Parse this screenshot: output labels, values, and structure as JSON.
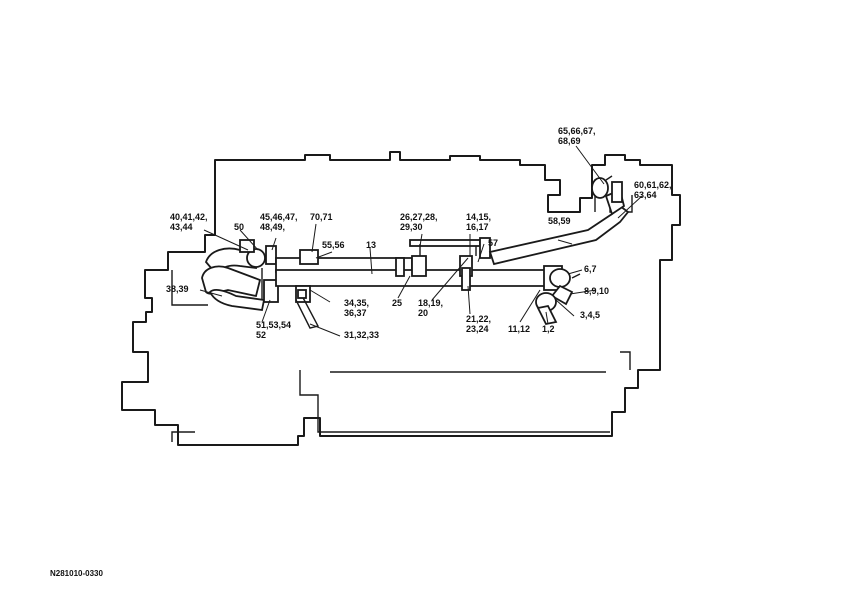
{
  "figure_code": "N281010-0330",
  "callouts": {
    "c65": "65,66,67,",
    "c65b": "68,69",
    "c60": "60,61,62,",
    "c60b": "63,64",
    "c40": "40,41,42,",
    "c40b": "43,44",
    "c50": "50",
    "c45": "45,46,47,",
    "c45b": "48,49,",
    "c70": "70,71",
    "c55": "55,56",
    "c13": "13",
    "c26": "26,27,28,",
    "c26b": "29,30",
    "c14": "14,15,",
    "c14b": "16,17",
    "c57": "57",
    "c58": "58,59",
    "c6": "6,7",
    "c8": "8,9,10",
    "c38": "38,39",
    "c34": "34,35,",
    "c34b": "36,37",
    "c25": "25",
    "c18": "18,19,",
    "c18b": "20",
    "c21": "21,22,",
    "c21b": "23,24",
    "c11": "11,12",
    "c1": "1,2",
    "c3": "3,4,5",
    "c51": "51,53,54",
    "c51b": "52",
    "c31": "31,32,33"
  }
}
